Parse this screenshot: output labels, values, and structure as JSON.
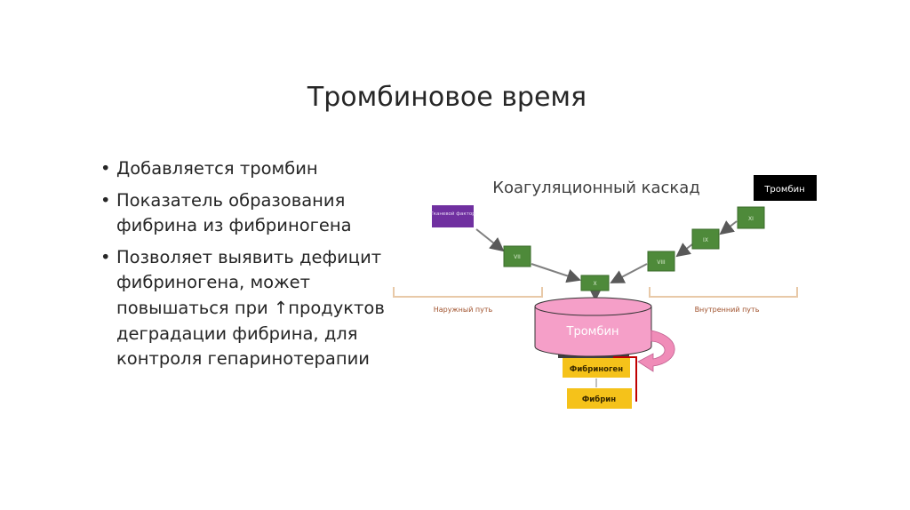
{
  "slide": {
    "title": "Тромбиновое время",
    "bullets": [
      "Добавляется тромбин",
      "Показатель образования фибрина из фибриногена",
      "Позволяет выявить дефицит фибриногена, может повышаться при ↑продуктов деградации фибрина, для контроля гепаринотерапии"
    ],
    "bullet_marker": "•"
  },
  "diagram": {
    "title": "Коагуляционный каскад",
    "thrombin_label_box": "Тромбин",
    "tissue_factor": "Тканевой фактор",
    "factor_vii": "VII",
    "factor_x": "X",
    "factor_viii": "VIII",
    "factor_ix": "IX",
    "factor_xi": "XI",
    "extrinsic_path": "Наружный путь",
    "intrinsic_path": "Внутренний путь",
    "thrombin_cylinder": "Тромбин",
    "fibrinogen": "Фибриноген",
    "fibrin": "Фибрин",
    "colors": {
      "factor": "#4e8a3a",
      "tissue": "#7030a0",
      "thrombin": "#f59fc8",
      "fibrin": "#f5c21a",
      "bracket": "#e8c9a8",
      "red": "#c00000"
    }
  }
}
